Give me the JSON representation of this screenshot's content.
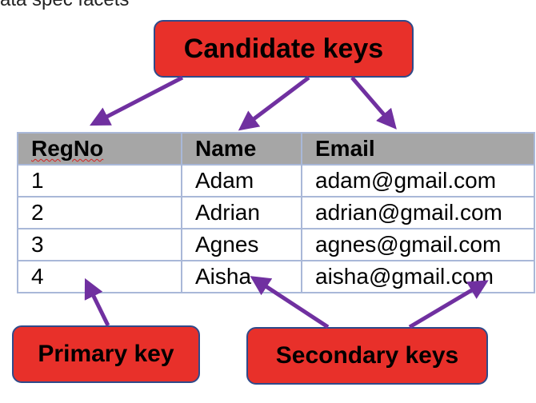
{
  "top_partial_text": "ata spec facets",
  "labels": {
    "candidate_keys": "Candidate keys",
    "primary_key": "Primary key",
    "secondary_keys": "Secondary keys"
  },
  "table": {
    "headers": [
      "RegNo",
      "Name",
      "Email"
    ],
    "rows": [
      [
        "1",
        "Adam",
        "adam@gmail.com"
      ],
      [
        "2",
        "Adrian",
        "adrian@gmail.com"
      ],
      [
        "3",
        "Agnes",
        "agnes@gmail.com"
      ],
      [
        "4",
        "Aisha",
        "aisha@gmail.com"
      ]
    ]
  },
  "colors": {
    "label_fill": "#e8302a",
    "label_border": "#2f4a8a",
    "arrow": "#7030a0",
    "header_fill": "#a6a6a6",
    "table_border": "#a9b8d8"
  }
}
